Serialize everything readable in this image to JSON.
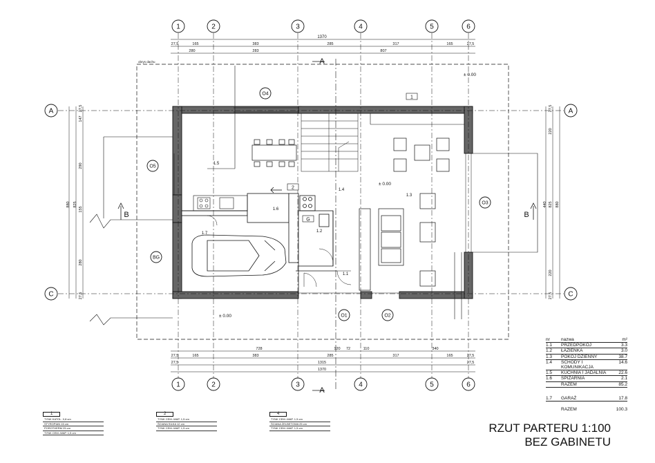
{
  "grid_columns": [
    "1",
    "2",
    "3",
    "4",
    "5",
    "6"
  ],
  "grid_rows": [
    "A",
    "C"
  ],
  "section_marks": {
    "a": "A",
    "b": "B"
  },
  "dims_top": {
    "total": "1370",
    "row1": [
      "27,5",
      "165",
      "383",
      "285",
      "317",
      "165",
      "27,5"
    ],
    "row2": [
      "280",
      "283",
      "807"
    ]
  },
  "dims_bottom": {
    "row1": [
      "728",
      "120",
      "72",
      "110",
      "340"
    ],
    "row2": [
      "27,5",
      "165",
      "383",
      "285",
      "317",
      "165",
      "27,5"
    ],
    "row3": [
      "27,5",
      "1315",
      "27,5"
    ],
    "total": "1370"
  },
  "dims_left": [
    "27,5",
    "147",
    "290",
    "155",
    "280",
    "27,5",
    "825",
    "880"
  ],
  "dims_right": [
    "27,5",
    "220",
    "440",
    "825",
    "880",
    "220",
    "27,5"
  ],
  "roof_label": "obrys dachu",
  "levels": [
    "± 0.00",
    "± 0.00",
    "± 0.00"
  ],
  "room_codes": [
    "1.1",
    "1.2",
    "1.3",
    "1.4",
    "1.5",
    "1.6",
    "1.7"
  ],
  "window_tags": [
    "O1",
    "O2",
    "O3",
    "O4",
    "O5"
  ],
  "garage_gate": "BG",
  "wall_tags": [
    "1",
    "2",
    "G"
  ],
  "room_table": {
    "headers": [
      "nr",
      "nazwa",
      "m²"
    ],
    "rows": [
      [
        "1.1",
        "PRZEDPOKÓJ",
        "3.3"
      ],
      [
        "1.2",
        "ŁAZIENKA",
        "3.0"
      ],
      [
        "1.3",
        "POKÓJ DZIENNY",
        "38.7"
      ],
      [
        "1.4",
        "SCHODY I KOMUNIKACJA",
        "14.6"
      ],
      [
        "1.5",
        "KUCHNIA I JADALNIA",
        "22.6"
      ],
      [
        "1.6",
        "SPIŻARNIA",
        "2.1"
      ],
      [
        "",
        "RAZEM",
        "85.2"
      ]
    ],
    "garage": [
      "1.7",
      "GARAŻ",
      "17.8"
    ],
    "total": [
      "",
      "RAZEM",
      "100.3"
    ]
  },
  "legends": [
    {
      "num": "1",
      "rows": [
        "TYNK KATOL. 0,8 cm",
        "STYROPIAN 15 cm",
        "POROTHERM 25 cm",
        "TYNK CEM.-WAP. 1,5 cm"
      ]
    },
    {
      "num": "2",
      "rows": [
        "TYNK CEM.-WAP. 1,5 cm",
        "ŚCIANA SILKA 12 cm",
        "TYNK CEM.-WAP. 1,5 cm"
      ]
    },
    {
      "num": "4",
      "rows": [
        "TYNK CEM.-WAP. 1,5 cm",
        "ŚCIANA ŻELBETOWA 25 cm",
        "TYNK CEM.-WAP. 1,5 cm"
      ]
    }
  ],
  "title_line1": "RZUT PARTERU 1:100",
  "title_line2": "BEZ GABINETU"
}
